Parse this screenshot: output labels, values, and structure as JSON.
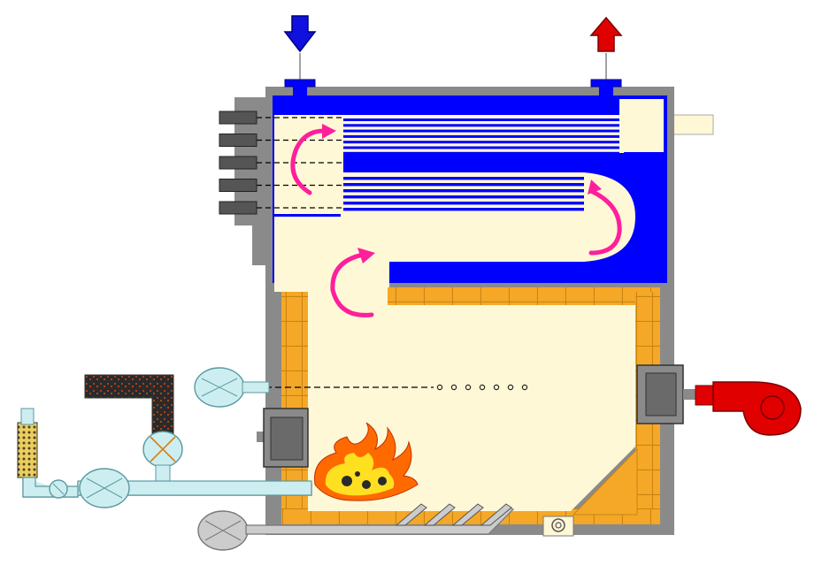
{
  "diagram": {
    "kind": "boiler-cross-section",
    "colors": {
      "background": "#ffffff",
      "casing": "#8a8a8a",
      "casing_dark": "#555555",
      "water_jacket": "#0000ff",
      "water_inlet_arrow": "#1010e0",
      "steam_outlet_arrow": "#e00000",
      "gas_passage": "#fff8d6",
      "chimney_stub": "#fff8d6",
      "firebrick": "#f5a828",
      "mortar": "#c98410",
      "flow_arrow": "#ff1f9c",
      "blower": "#e00000",
      "feed_pipe": "#cdeef0",
      "feed_pipe_outline": "#5a9aa0",
      "ash_pipe": "#cccccc",
      "fire_outer": "#ff6a00",
      "fire_inner": "#ffe020",
      "coal": "#2a2a2a",
      "stoker_dots": "#7a3a1a"
    },
    "icons": {
      "water_inlet": "arrow-down-icon",
      "steam_outlet": "arrow-up-icon",
      "gas_flow": "curved-arrow-icon",
      "fan": "fan-icon",
      "flame": "flame-icon",
      "valve": "valve-icon"
    },
    "counts": {
      "tube_rows_upper": 7,
      "tube_rows_lower": 6,
      "inspection_plugs": 5,
      "air_nozzles": 4,
      "dotted_openings": 7
    }
  }
}
